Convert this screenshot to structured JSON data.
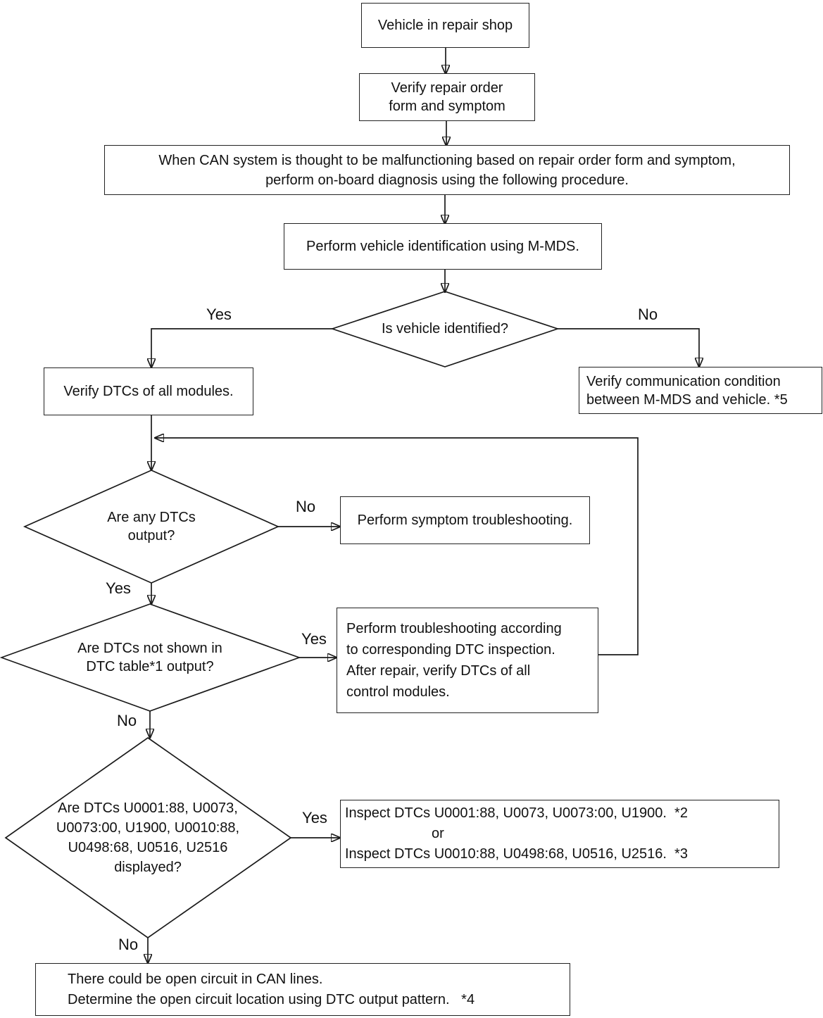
{
  "title": "CAN system on-board diagnosis flowchart",
  "colors": {
    "background": "#ffffff",
    "ink": "#1a1a1a"
  },
  "nodes": {
    "vehicle_in_repair_shop": {
      "lines": [
        "Vehicle in repair shop"
      ]
    },
    "verify_repair_order": {
      "lines": [
        "Verify repair order",
        "form and symptom"
      ]
    },
    "when_can_system": {
      "lines": [
        "When CAN system is thought to be malfunctioning based on repair order form and symptom,",
        "perform on-board diagnosis using the following procedure."
      ]
    },
    "perform_vehicle_identification": {
      "lines": [
        "Perform vehicle identification using M-MDS."
      ]
    },
    "verify_dtcs_all_modules": {
      "lines": [
        "Verify DTCs of all modules."
      ]
    },
    "verify_communication_condition": {
      "lines": [
        "Verify communication condition",
        "between M-MDS and vehicle. *5"
      ]
    },
    "perform_symptom_troubleshooting": {
      "lines": [
        "Perform symptom troubleshooting."
      ]
    },
    "perform_troubleshooting_dtc": {
      "lines": [
        "Perform troubleshooting according",
        "to corresponding DTC inspection.",
        "After repair, verify DTCs of all",
        "control modules."
      ]
    },
    "inspect_dtcs": {
      "lines": [
        "Inspect DTCs U0001:88, U0073, U0073:00, U1900.  *2",
        "or",
        "Inspect DTCs U0010:88, U0498:68, U0516, U2516.  *3"
      ]
    },
    "open_circuit": {
      "lines": [
        "There could be open circuit in CAN lines.",
        "Determine the open circuit location using DTC output pattern.   *4"
      ]
    }
  },
  "decisions": {
    "is_vehicle_identified": {
      "lines": [
        "Is vehicle identified?"
      ]
    },
    "are_any_dtcs_output": {
      "lines": [
        "Are any DTCs",
        "output?"
      ]
    },
    "are_dtcs_not_shown": {
      "lines": [
        "Are DTCs not shown in",
        "DTC table*1 output?"
      ]
    },
    "are_dtcs_displayed": {
      "lines": [
        "Are DTCs U0001:88, U0073,",
        "U0073:00, U1900, U0010:88,",
        "U0498:68, U0516, U2516",
        "displayed?"
      ]
    }
  },
  "labels": {
    "identified_yes": "Yes",
    "identified_no": "No",
    "any_dtcs_no": "No",
    "any_dtcs_yes": "Yes",
    "not_shown_yes": "Yes",
    "not_shown_no": "No",
    "displayed_yes": "Yes",
    "displayed_no": "No"
  }
}
